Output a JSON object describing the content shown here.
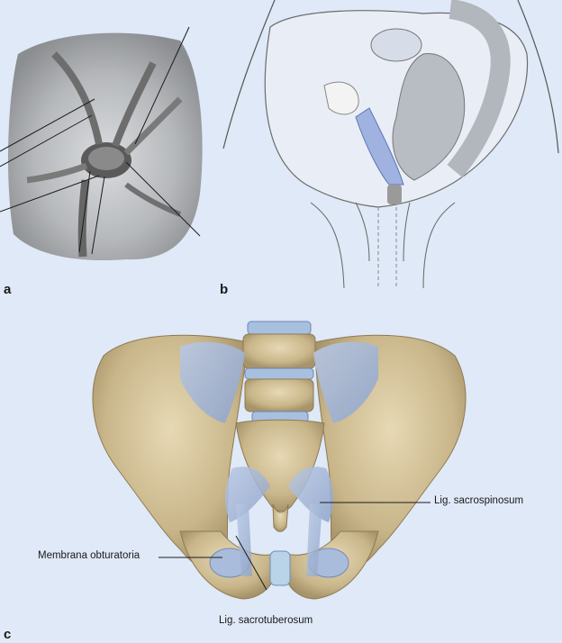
{
  "panels": {
    "a": {
      "letter": "a"
    },
    "b": {
      "letter": "b"
    },
    "c": {
      "letter": "c"
    }
  },
  "labels": {
    "sacrospinosum": "Lig. sacrospinosum",
    "obturatoria": "Membrana obturatoria",
    "sacrotuberosum": "Lig. sacrotuberosum"
  },
  "colors": {
    "background": "#dfe9f7",
    "bone": "#c9b68a",
    "ligament": "#9fb4d6",
    "mesh": "#8fa6d9",
    "line": "#222222"
  }
}
